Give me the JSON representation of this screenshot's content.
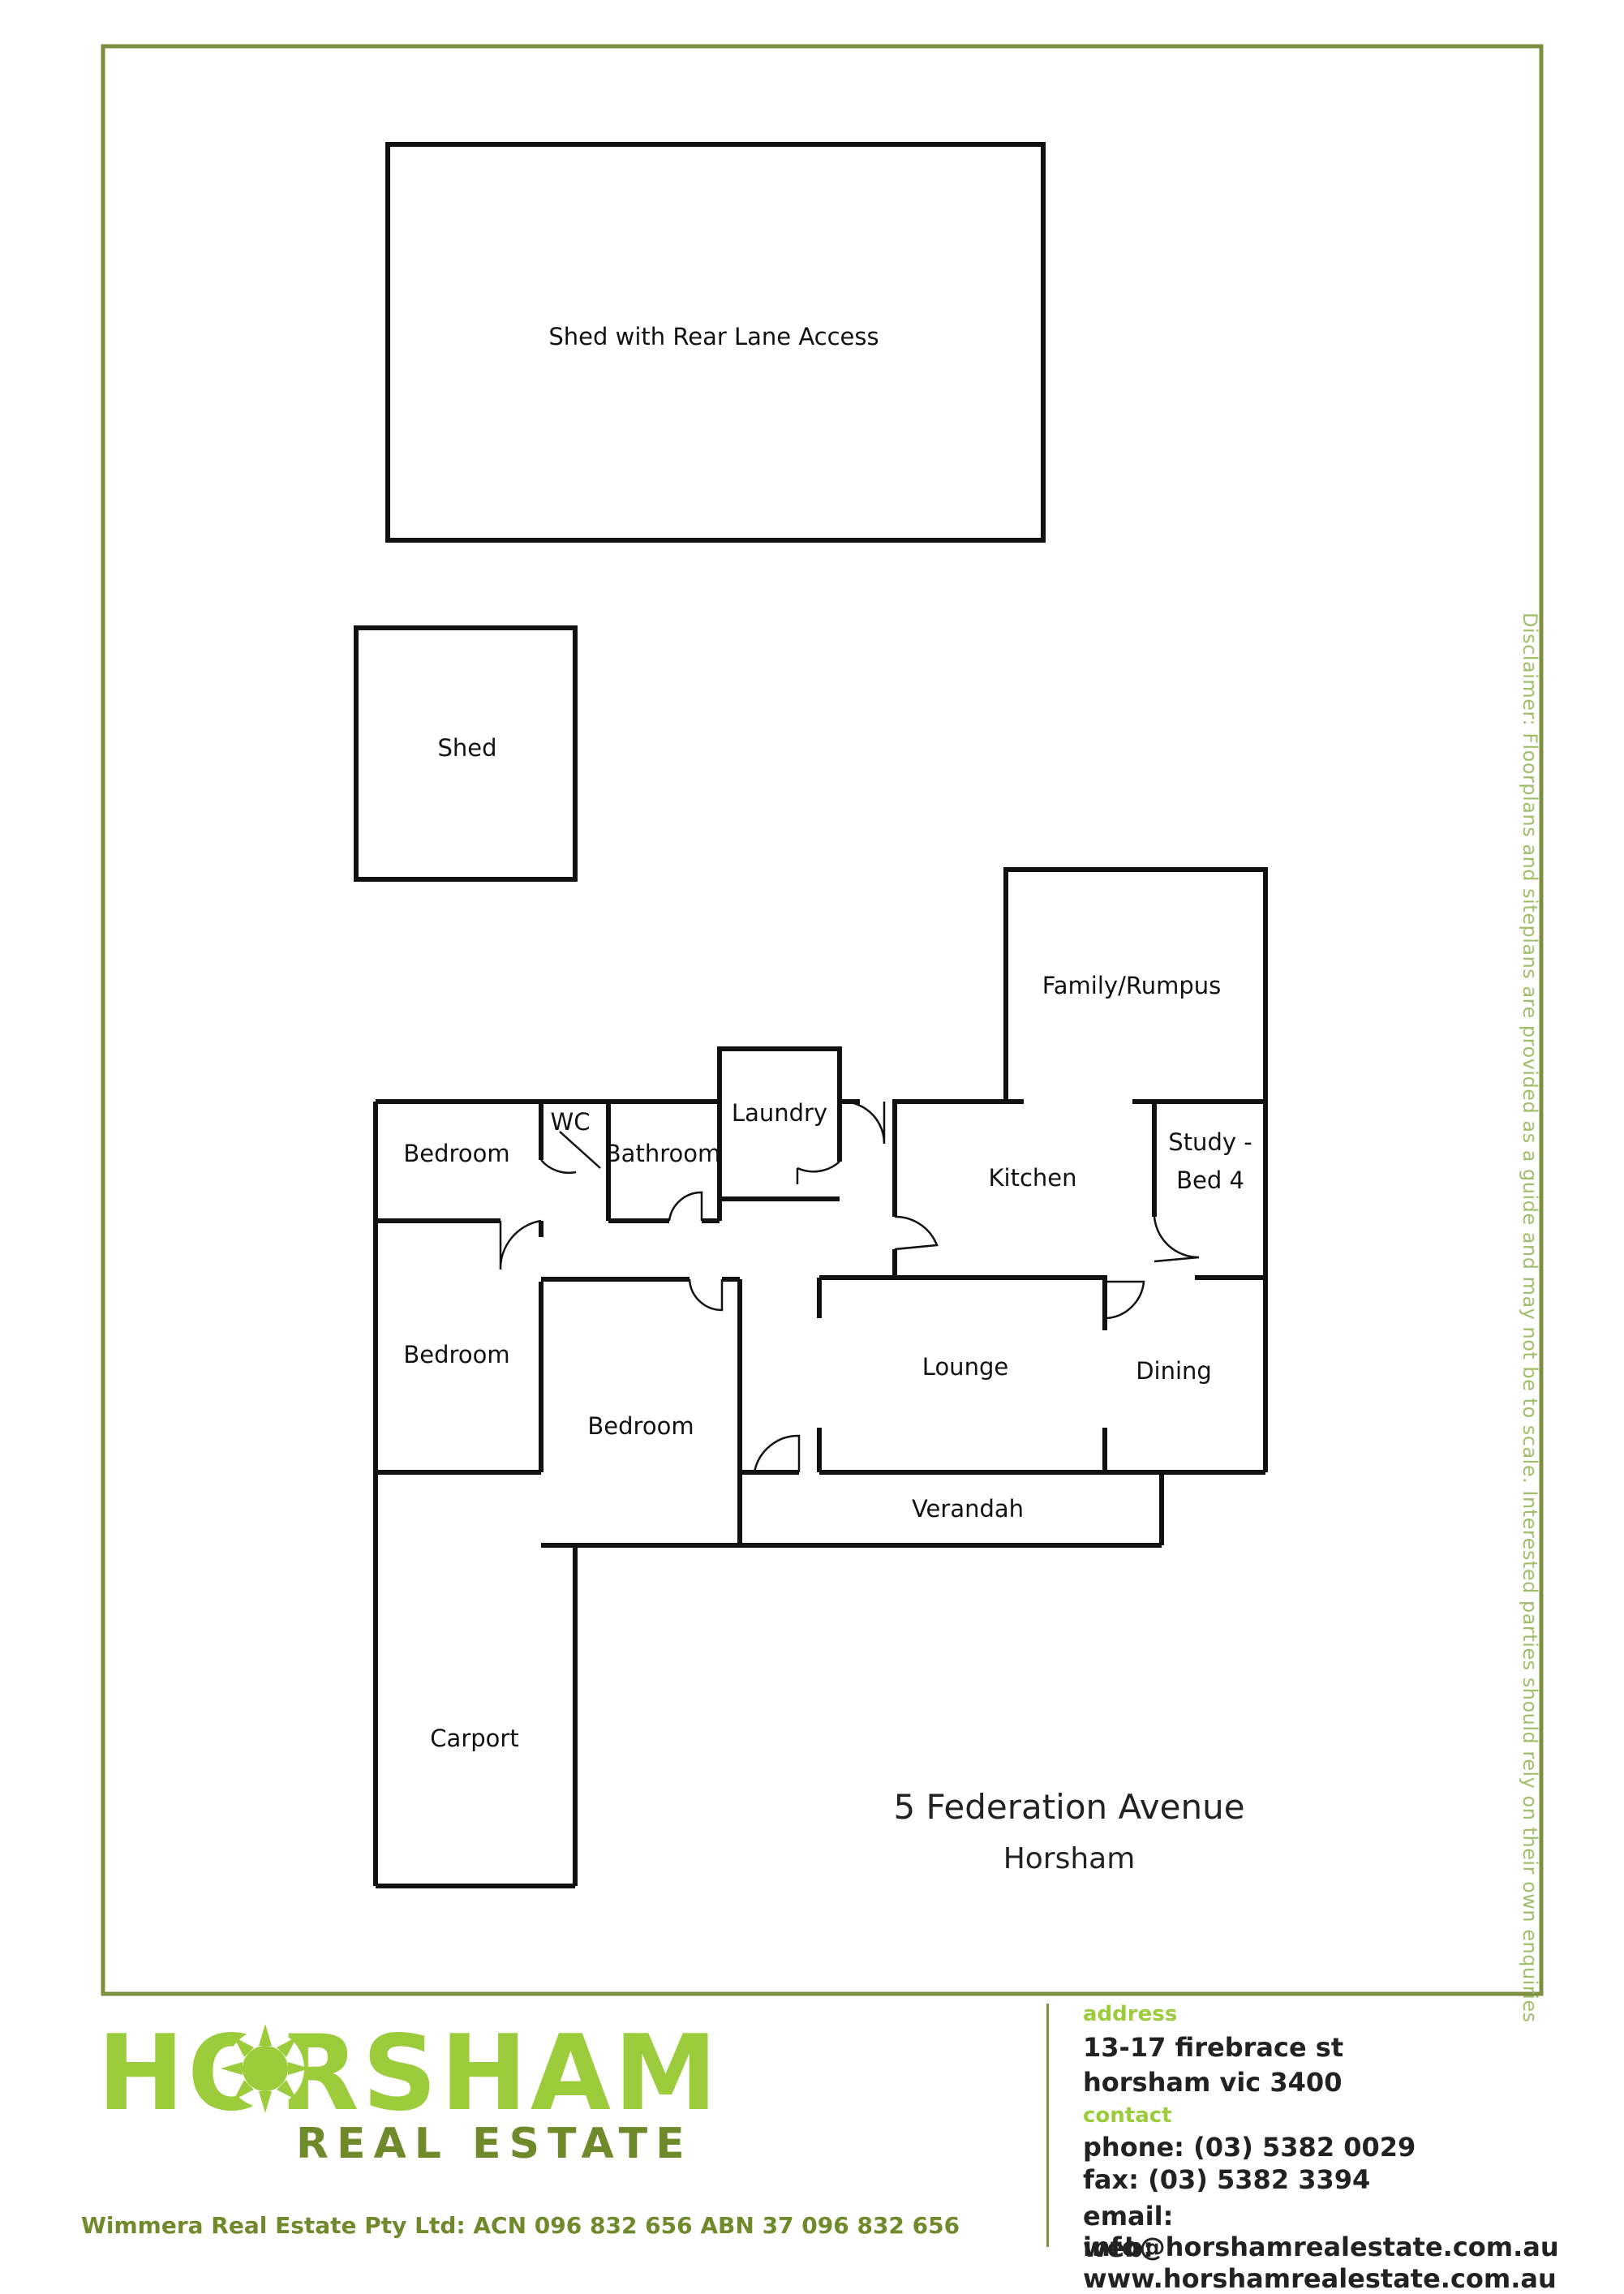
{
  "rooms": {
    "shed_rear": "Shed with Rear Lane Access",
    "shed": "Shed",
    "family": "Family/Rumpus",
    "bedroom1": "Bedroom",
    "wc": "WC",
    "bathroom": "Bathroom",
    "laundry": "Laundry",
    "kitchen": "Kitchen",
    "study_line1": "Study -",
    "study_line2": "Bed 4",
    "bedroom2": "Bedroom",
    "bedroom3": "Bedroom",
    "lounge": "Lounge",
    "dining": "Dining",
    "verandah": "Verandah",
    "carport": "Carport"
  },
  "address": {
    "street": "5 Federation Avenue",
    "town": "Horsham"
  },
  "disclaimer": "Disclaimer: Floorplans and siteplans are provided as a guide and may not be to scale. Interested parties should rely on their own enquiries",
  "logo": {
    "brand": "HORSHAM",
    "sub": "REAL ESTATE"
  },
  "footer": {
    "address_label": "address",
    "address_line1": "13-17 firebrace st",
    "address_line2": "horsham  vic  3400",
    "contact_label": "contact",
    "phone": "phone: (03) 5382 0029",
    "fax": "fax: (03) 5382 3394",
    "email": "email: info@horshamrealestate.com.au",
    "web": "web: www.horshamrealestate.com.au",
    "company": "Wimmera Real Estate Pty Ltd:  ACN 096 832 656   ABN  37 096 832 656"
  },
  "colors": {
    "brand_green": "#9ccc3c",
    "border_olive": "#7d9040",
    "wall": "#111111"
  }
}
